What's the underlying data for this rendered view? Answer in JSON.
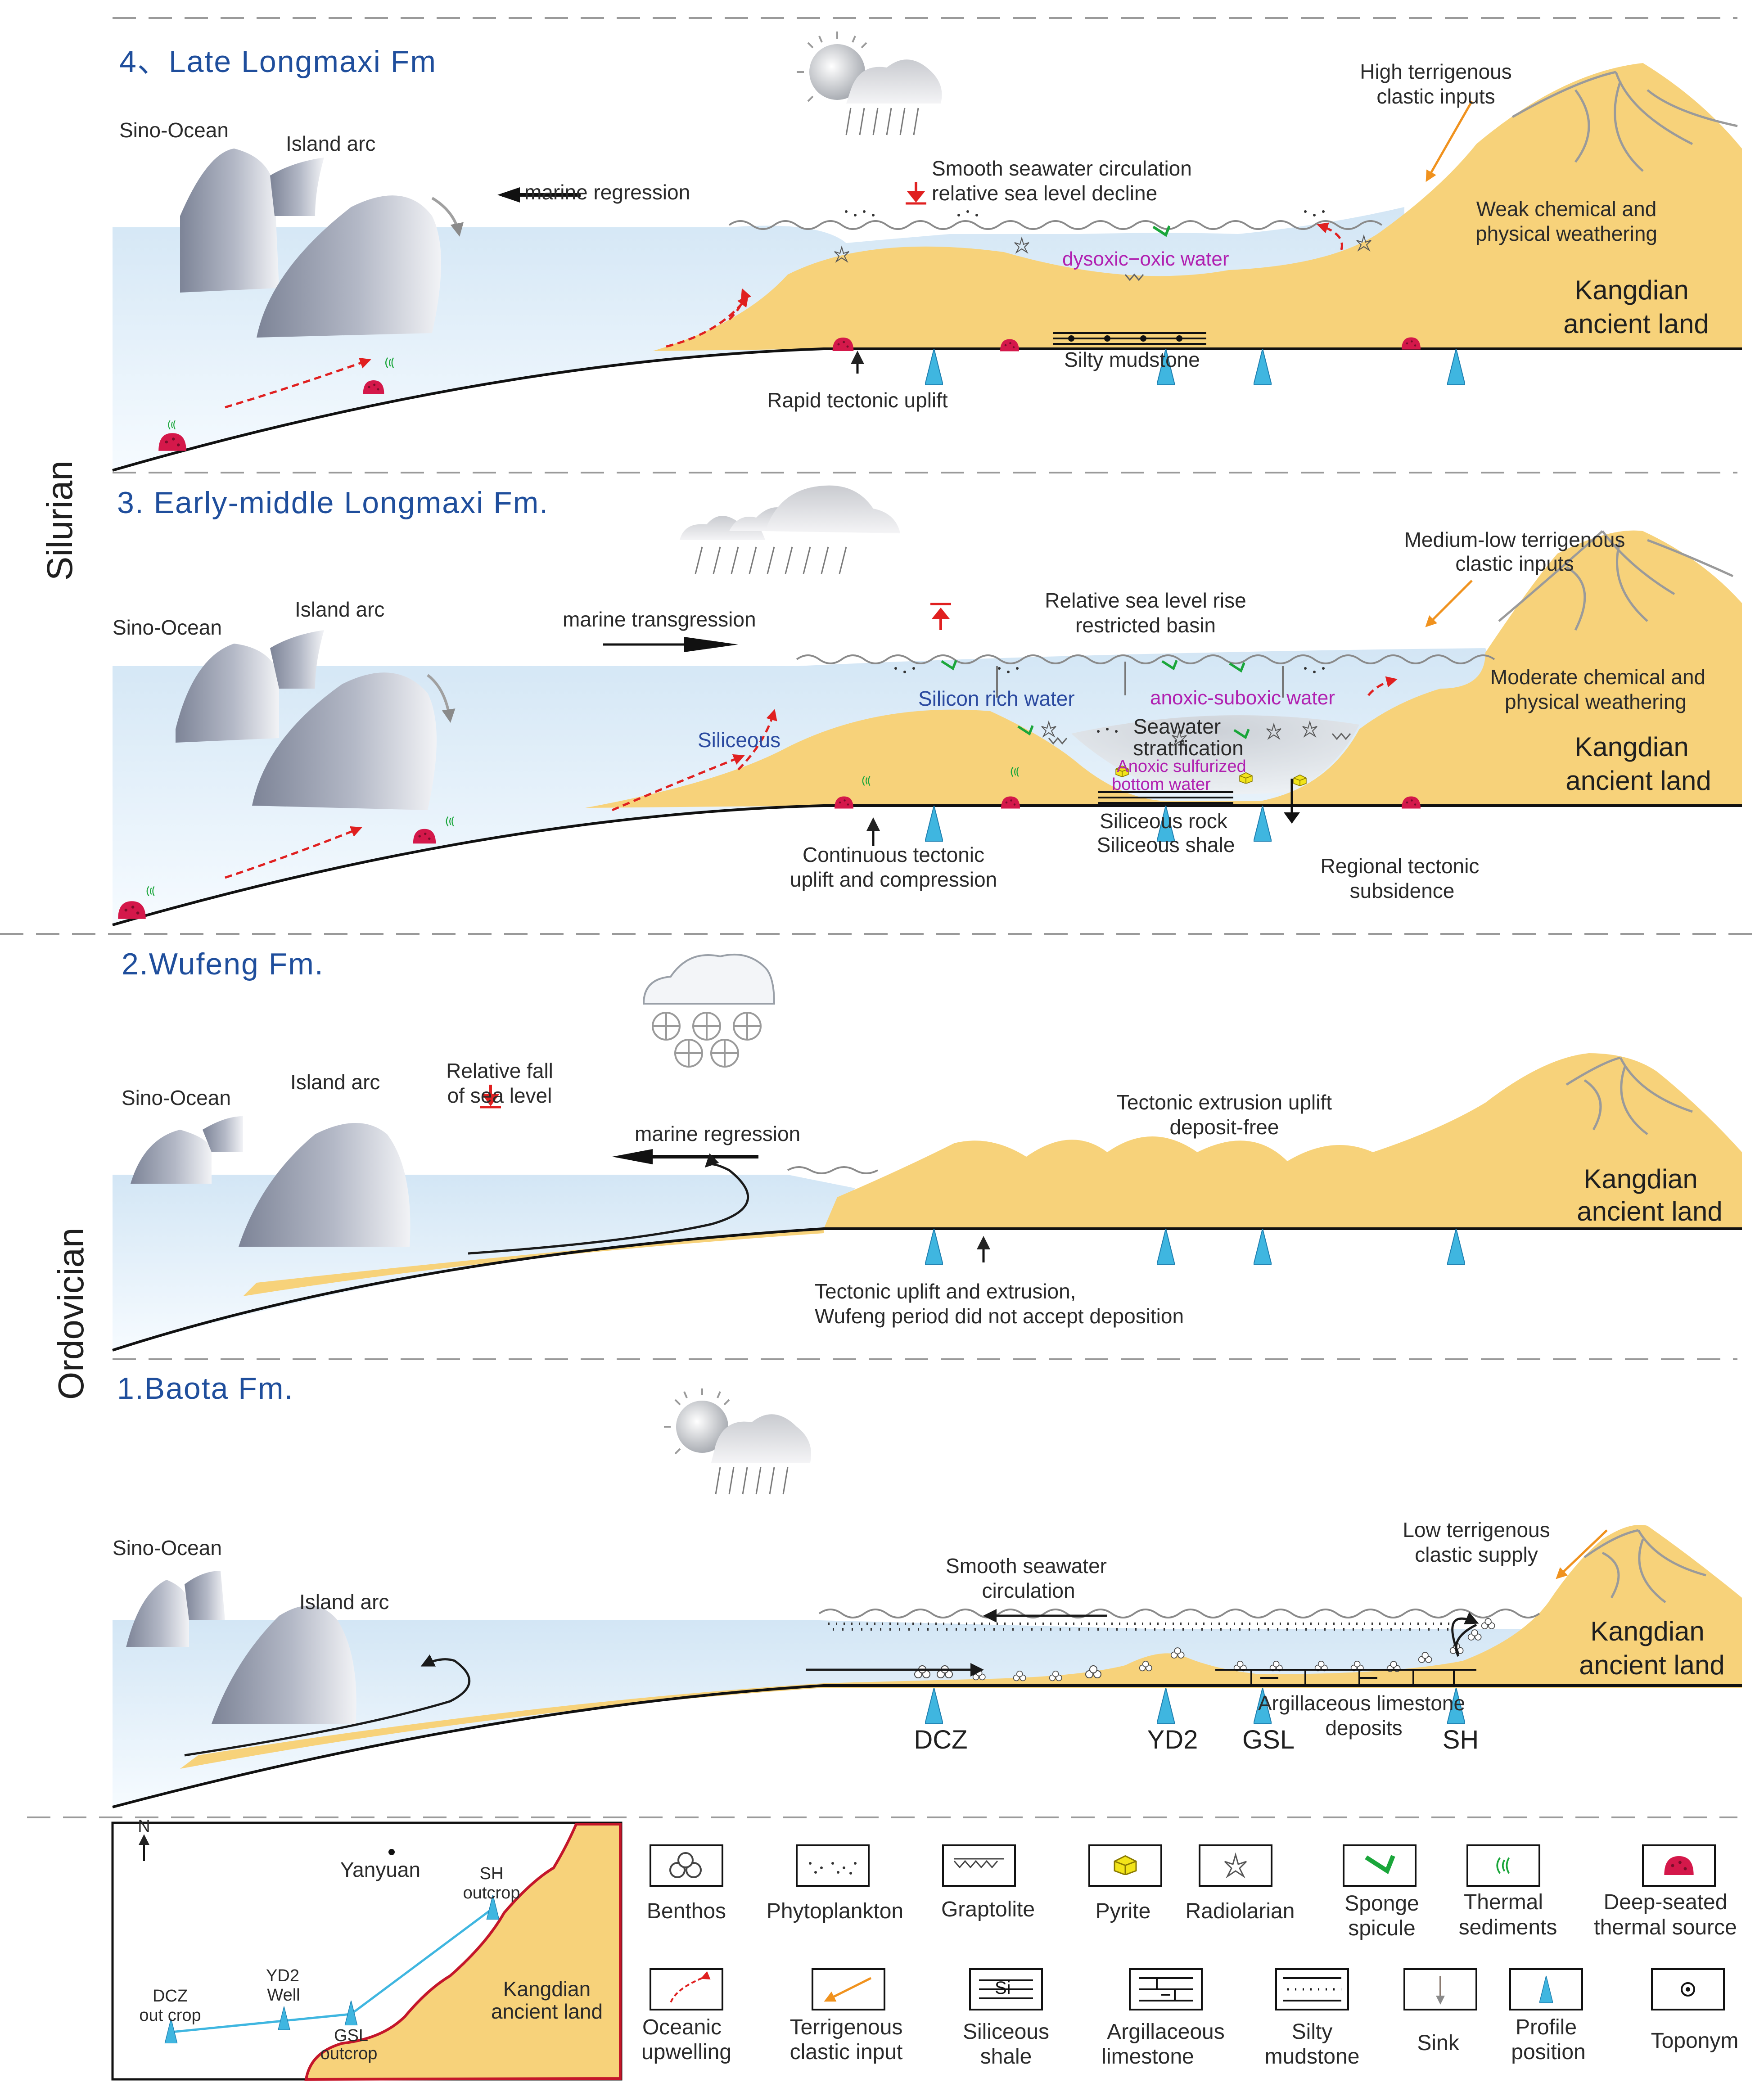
{
  "colors": {
    "land": "#f7d27a",
    "sea_top": "#d7e9f6",
    "sea_bottom": "#f7fbff",
    "profile": "#3fb6e0",
    "thermal": "#d4184a",
    "upwelling": "#e02020",
    "terrigenous": "#f0921e",
    "title": "#1f4e9c",
    "water_label": "#b020b0"
  },
  "eras": {
    "silurian": "Silurian",
    "ordovician": "Ordovician"
  },
  "panels": {
    "p4": {
      "title": "4、Late Longmaxi Fm",
      "sino_ocean": "Sino-Ocean",
      "island_arc": "Island arc",
      "marine": "marine regression",
      "circ_1": "Smooth seawater circulation",
      "circ_2": "relative sea level decline",
      "water": "dysoxic−oxic water",
      "input_1": "High terrigenous",
      "input_2": "clastic inputs",
      "weather_1": "Weak chemical and",
      "weather_2": "physical weathering",
      "land_1": "Kangdian",
      "land_2": "ancient land",
      "deposit": "Silty mudstone",
      "tectonic": "Rapid tectonic uplift"
    },
    "p3": {
      "title": "3. Early-middle Longmaxi Fm.",
      "sino_ocean": "Sino-Ocean",
      "island_arc": "Island arc",
      "marine": "marine transgression",
      "sea_1": "Relative sea level rise",
      "sea_2": "restricted basin",
      "siliceous": "Siliceous",
      "silicon_water": "Silicon rich water",
      "anoxic_water": "anoxic-suboxic water",
      "strat_1": "Seawater",
      "strat_2": "stratification",
      "bottom_1": "Anoxic sulfurized",
      "bottom_2": "bottom water",
      "input_1": "Medium-low terrigenous",
      "input_2": "clastic inputs",
      "weather_1": "Moderate chemical and",
      "weather_2": "physical weathering",
      "land_1": "Kangdian",
      "land_2": "ancient land",
      "rock_1": "Siliceous rock",
      "rock_2": "Siliceous shale",
      "uplift_1": "Continuous tectonic",
      "uplift_2": "uplift and compression",
      "subs_1": "Regional tectonic",
      "subs_2": "subsidence"
    },
    "p2": {
      "title": "2.Wufeng Fm.",
      "sino_ocean": "Sino-Ocean",
      "island_arc": "Island arc",
      "fall_1": "Relative fall",
      "fall_2": "of sea level",
      "marine": "marine regression",
      "ext_1": "Tectonic extrusion uplift",
      "ext_2": "deposit-free",
      "land_1": "Kangdian",
      "land_2": "ancient land",
      "note_1": "Tectonic uplift and extrusion,",
      "note_2": "Wufeng period did not accept deposition"
    },
    "p1": {
      "title": "1.Baota Fm.",
      "sino_ocean": "Sino-Ocean",
      "island_arc": "Island arc",
      "circ_1": "Smooth seawater",
      "circ_2": "circulation",
      "input_1": "Low terrigenous",
      "input_2": "clastic supply",
      "land_1": "Kangdian",
      "land_2": "ancient land",
      "dep_1": "Argillaceous limestone",
      "dep_2": "deposits",
      "profiles": [
        "DCZ",
        "YD2",
        "GSL",
        "SH"
      ]
    }
  },
  "map": {
    "north": "N",
    "yanyuan": "Yanyuan",
    "sh_1": "SH",
    "sh_2": "outcrop",
    "yd2_1": "YD2",
    "yd2_2": "Well",
    "dcz_1": "DCZ",
    "dcz_2": "out crop",
    "gsl_1": "GSL",
    "gsl_2": "outcrop",
    "land_1": "Kangdian",
    "land_2": "ancient land"
  },
  "legend": {
    "benthos": "Benthos",
    "phyto": "Phytoplankton",
    "grapto": "Graptolite",
    "pyrite": "Pyrite",
    "radio": "Radiolarian",
    "sponge_1": "Sponge",
    "sponge_2": "spicule",
    "thermal_1": "Thermal",
    "thermal_2": "sediments",
    "deep_1": "Deep-seated",
    "deep_2": "thermal source",
    "upw_1": "Oceanic",
    "upw_2": "upwelling",
    "terr_1": "Terrigenous",
    "terr_2": "clastic input",
    "sshale_1": "Siliceous",
    "sshale_2": "shale",
    "si_symbol": "Si",
    "arg_1": "Argillaceous",
    "arg_2": "limestone",
    "silty_1": "Silty",
    "silty_2": "mudstone",
    "sink": "Sink",
    "prof_1": "Profile",
    "prof_2": "position",
    "topo": "Toponym"
  }
}
